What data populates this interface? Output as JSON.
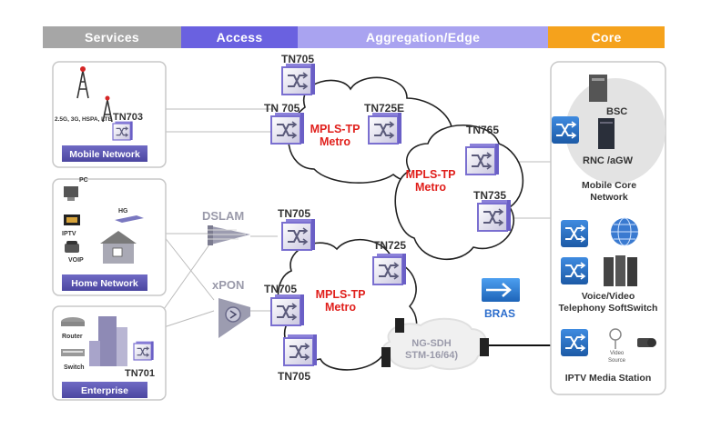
{
  "bands": {
    "services": "Services",
    "access": "Access",
    "aggregation": "Aggregation/Edge",
    "core": "Core"
  },
  "colors": {
    "services_band": "#a6a6a6",
    "access_band": "#6a61e0",
    "aggregation_band": "#a9a3f0",
    "core_band": "#f5a21c",
    "panel_label": "#5651a8",
    "mpls_text": "#e0201c",
    "node_purple": "#7a6fd0"
  },
  "service_panels": {
    "mobile": {
      "label": "Mobile Network",
      "tech": "2.5G, 3G, HSPA, LTE",
      "node": "TN703"
    },
    "home": {
      "label": "Home Network",
      "pc": "PC",
      "hg": "HG",
      "iptv": "IPTV",
      "voip": "VOIP"
    },
    "enterprise": {
      "label": "Enterprise",
      "router": "Router",
      "switch": "Switch",
      "node": "TN701"
    }
  },
  "access": {
    "dslam": "DSLAM",
    "xpon": "xPON"
  },
  "nodes": {
    "tn705_top": "TN705",
    "tn705_second": "TN 705",
    "tn725e": "TN725E",
    "tn765": "TN765",
    "tn735": "TN735",
    "tn705_mid": "TN705",
    "tn725": "TN725",
    "tn705_lower": "TN705",
    "tn705_bottom": "TN705",
    "bras": "BRAS"
  },
  "clouds": {
    "metro_upper": {
      "line1": "MPLS-TP",
      "line2": "Metro"
    },
    "metro_right": {
      "line1": "MPLS-TP",
      "line2": "Metro"
    },
    "metro_lower": {
      "line1": "MPLS-TP",
      "line2": "Metro"
    },
    "ngsdh": {
      "line1": "NG-SDH",
      "line2": "STM-16/64)"
    }
  },
  "core": {
    "bsc": "BSC",
    "rnc": "RNC /aGW",
    "mobile_core": "Mobile Core Network",
    "voice": "Voice/Video Telephony SoftSwitch",
    "video_source": "Video Source",
    "iptv_station": "IPTV Media Station"
  }
}
